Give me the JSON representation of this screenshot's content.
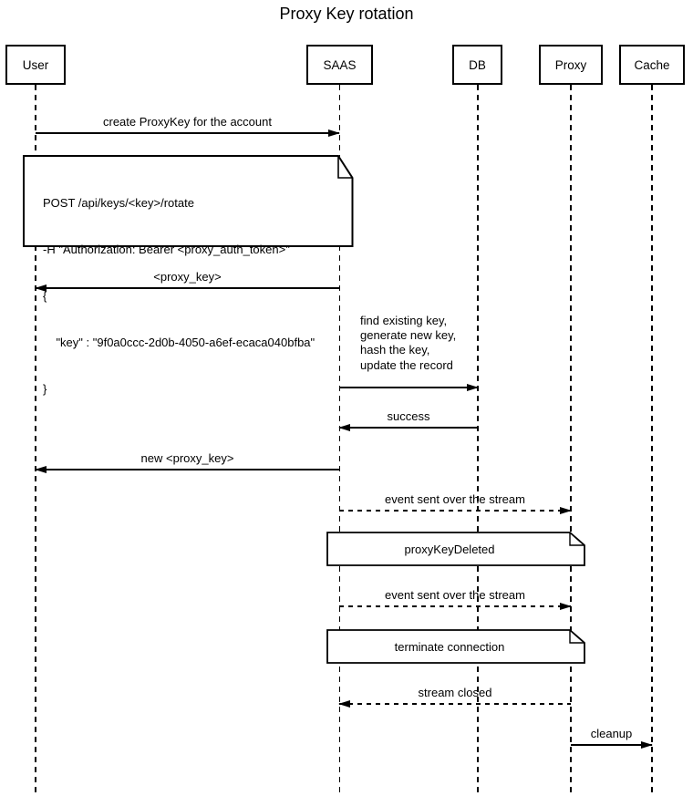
{
  "diagram": {
    "title": "Proxy Key rotation",
    "type": "sequence-diagram",
    "colors": {
      "line": "#000000",
      "background": "#ffffff",
      "text": "#000000"
    }
  },
  "actors": [
    {
      "id": "user",
      "label": "User"
    },
    {
      "id": "saas",
      "label": "SAAS"
    },
    {
      "id": "db",
      "label": "DB"
    },
    {
      "id": "proxy",
      "label": "Proxy"
    },
    {
      "id": "cache",
      "label": "Cache"
    }
  ],
  "messages": [
    {
      "from": "User",
      "to": "SAAS",
      "line_style": "solid",
      "label": "create ProxyKey for the account"
    },
    {
      "from": "SAAS",
      "to": "User",
      "line_style": "solid",
      "label": "<proxy_key>"
    },
    {
      "from": "SAAS",
      "to": "DB",
      "line_style": "solid",
      "label_lines": [
        "find existing key,",
        "generate new key,",
        "hash the key,",
        "update the record"
      ]
    },
    {
      "from": "DB",
      "to": "SAAS",
      "line_style": "solid",
      "label": "success"
    },
    {
      "from": "SAAS",
      "to": "User",
      "line_style": "solid",
      "label": "new <proxy_key>"
    },
    {
      "from": "SAAS",
      "to": "Proxy",
      "line_style": "dashed",
      "label": "event sent over the stream"
    },
    {
      "from": "SAAS",
      "to": "Proxy",
      "line_style": "dashed",
      "label": "event sent over the stream"
    },
    {
      "from": "Proxy",
      "to": "SAAS",
      "line_style": "dashed",
      "label": "stream closed"
    },
    {
      "from": "Proxy",
      "to": "Cache",
      "line_style": "solid",
      "label": "cleanup"
    }
  ],
  "notes": [
    {
      "over": "User,SAAS",
      "lines": [
        "POST /api/keys/<key>/rotate",
        "-H \"Authorization: Bearer <proxy_auth_token>\"",
        "{",
        "    \"key\" : \"9f0a0ccc-2d0b-4050-a6ef-ecaca040bfba\"",
        "}"
      ]
    },
    {
      "over": "SAAS,Proxy",
      "label": "proxyKeyDeleted"
    },
    {
      "over": "SAAS,Proxy",
      "label": "terminate connection"
    }
  ]
}
